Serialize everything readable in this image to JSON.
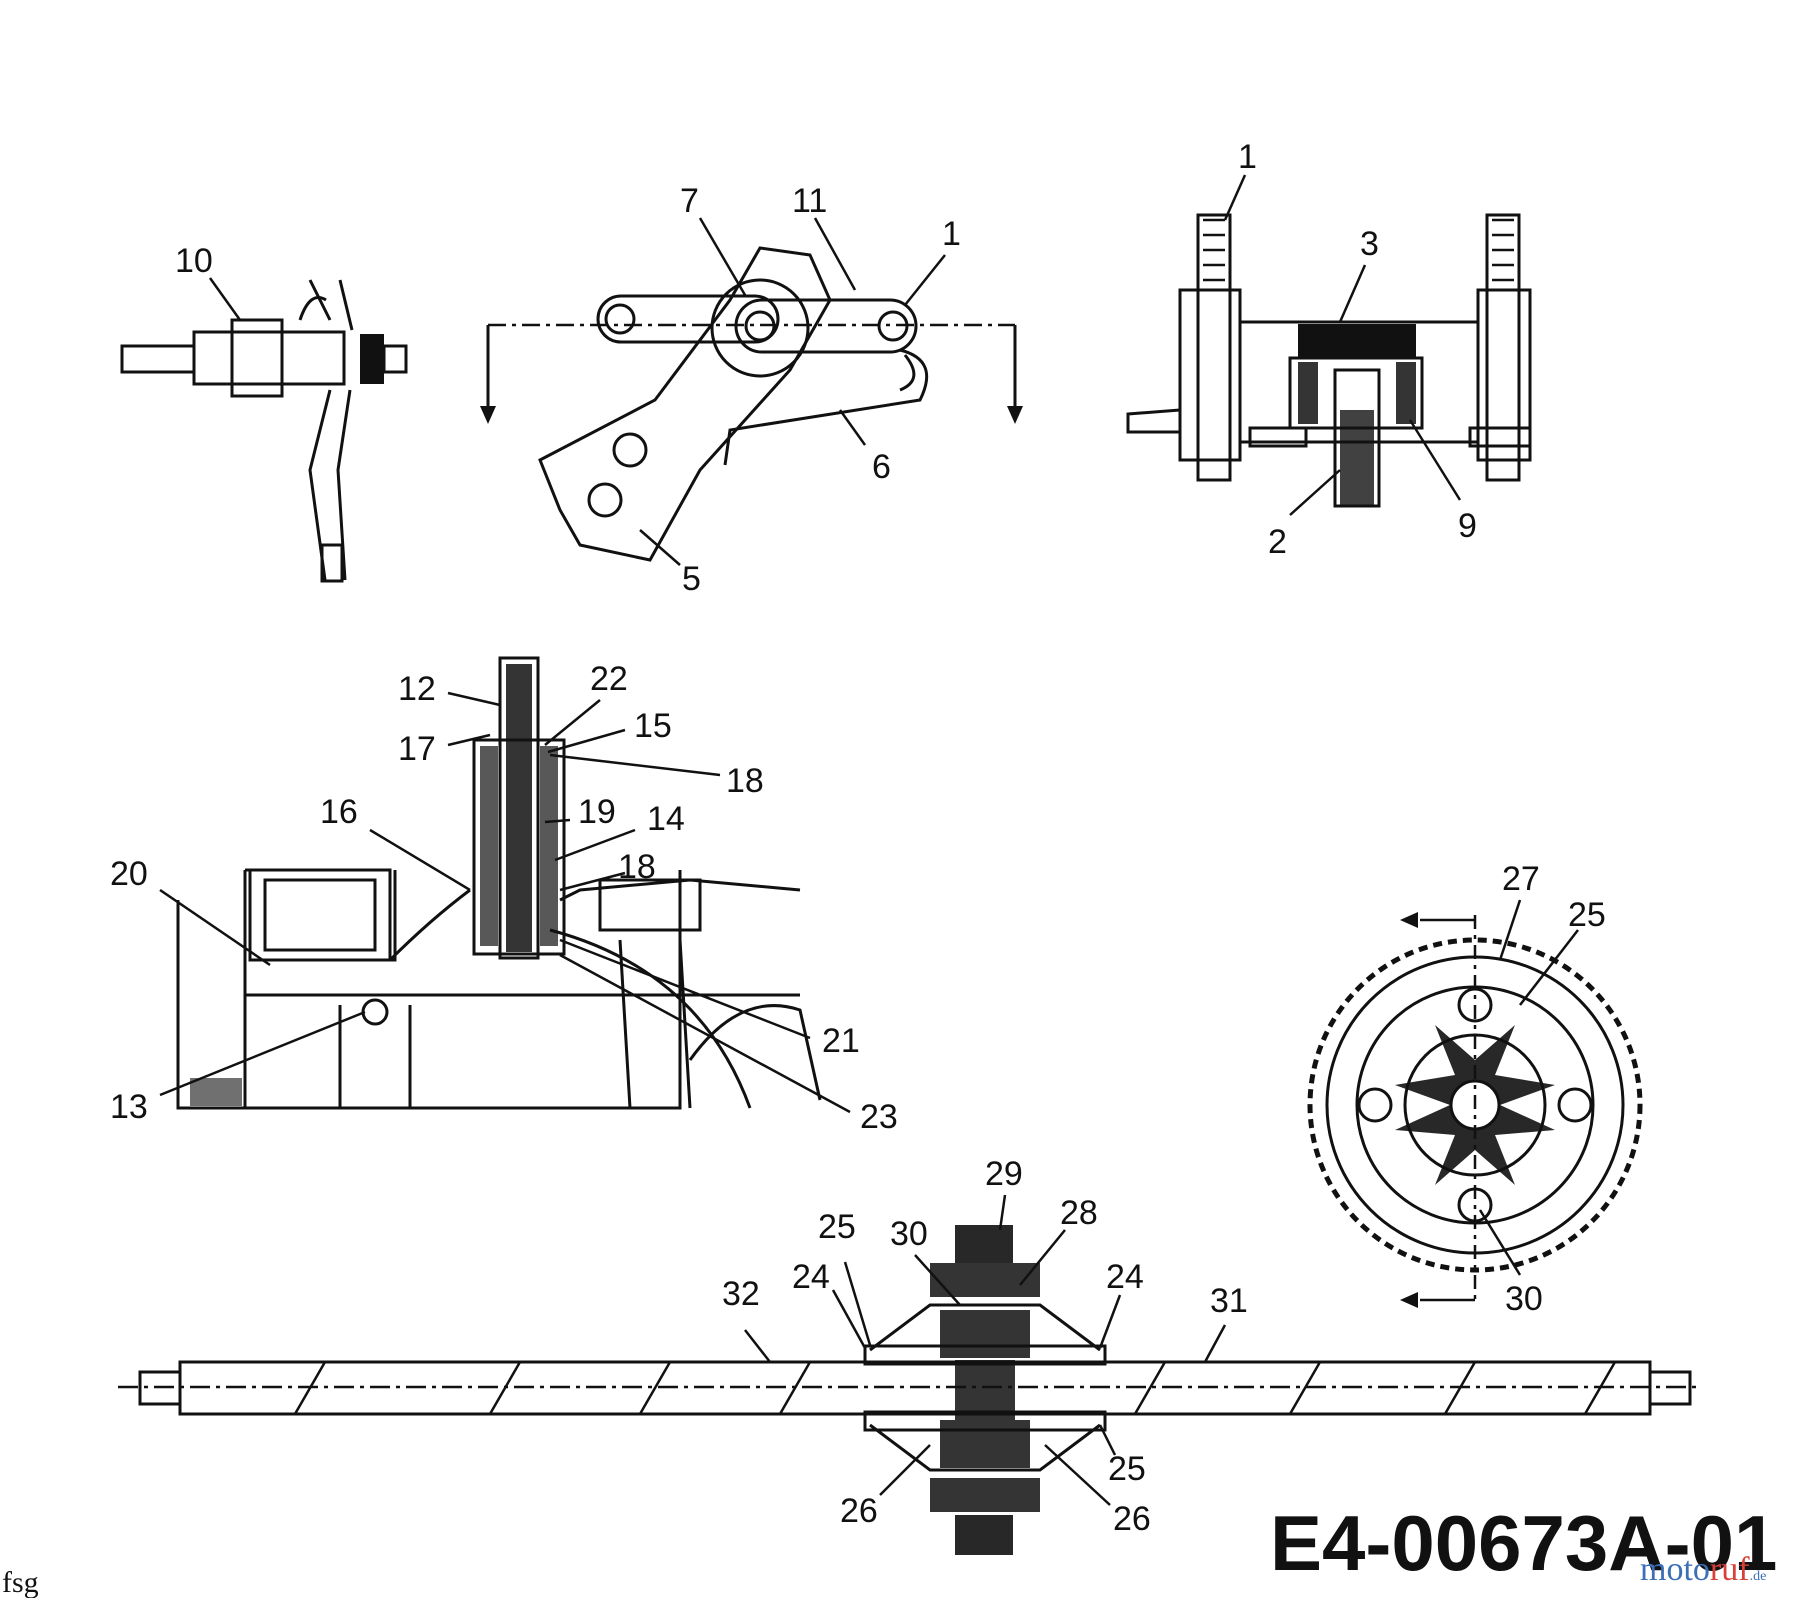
{
  "labels": {
    "a10": "10",
    "a7": "7",
    "a11": "11",
    "a1b": "1",
    "a6": "6",
    "a5": "5",
    "b1": "1",
    "b3": "3",
    "b2": "2",
    "b9": "9",
    "c12": "12",
    "c22": "22",
    "c15": "15",
    "c17": "17",
    "c18a": "18",
    "c16": "16",
    "c19": "19",
    "c14": "14",
    "c18b": "18",
    "c20": "20",
    "c21": "21",
    "c13": "13",
    "c23": "23",
    "d27": "27",
    "d25": "25",
    "d30": "30",
    "e29": "29",
    "e28": "28",
    "e25a": "25",
    "e30": "30",
    "e24a": "24",
    "e24b": "24",
    "e32": "32",
    "e31": "31",
    "e25b": "25",
    "e26a": "26",
    "e26b": "26"
  },
  "diagram_code": "E4-00673A-01",
  "corner_text": "fsg",
  "watermark": {
    "part1": "moto",
    "part2": "ruf",
    "suffix": ".de"
  }
}
